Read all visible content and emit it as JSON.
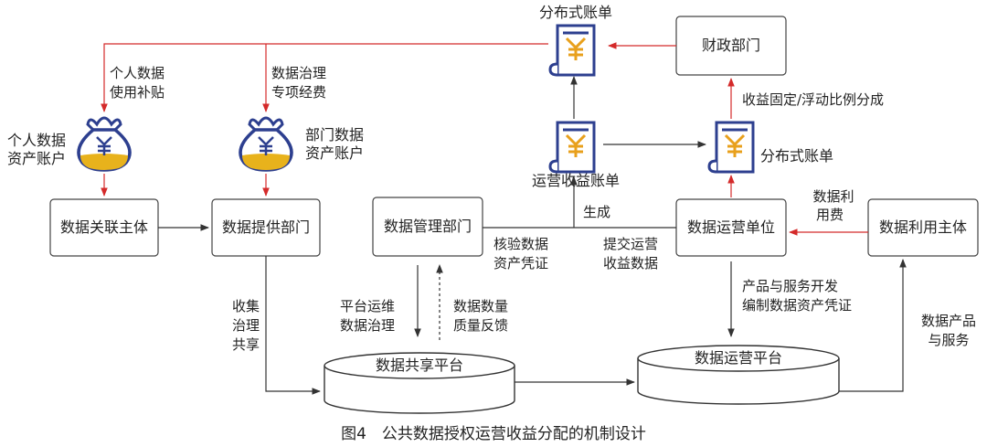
{
  "nodes": {
    "data_association": "数据关联主体",
    "data_provider": "数据提供部门",
    "data_management": "数据管理部门",
    "data_operation": "数据运营单位",
    "data_user": "数据利用主体",
    "finance": "财政部门",
    "shared_platform": "数据共享平台",
    "operation_platform": "数据运营平台"
  },
  "bills": {
    "top": "分布式账单",
    "operation_revenue": "运营收益账单",
    "right": "分布式账单"
  },
  "accounts": {
    "personal_line1": "个人数据",
    "personal_line2": "资产账户",
    "department_line1": "部门数据",
    "department_line2": "资产账户"
  },
  "edge_labels": {
    "personal_subsidy_1": "个人数据",
    "personal_subsidy_2": "使用补贴",
    "governance_fund_1": "数据治理",
    "governance_fund_2": "专项经费",
    "revenue_split": "收益固定/浮动比例分成",
    "generate": "生成",
    "usage_fee_1": "数据利",
    "usage_fee_2": "用费",
    "verify_1": "核验数据",
    "verify_2": "资产凭证",
    "submit_1": "提交运营",
    "submit_2": "收益数据",
    "collect_1": "收集",
    "collect_2": "治理",
    "collect_3": "共享",
    "platform_ops_1": "平台运维",
    "platform_ops_2": "数据治理",
    "quality_1": "数据数量",
    "quality_2": "质量反馈",
    "product_dev_1": "产品与服务开发",
    "product_dev_2": "编制数据资产凭证",
    "products_1": "数据产品",
    "products_2": "与服务"
  },
  "caption": "图4　公共数据授权运营收益分配的机制设计",
  "colors": {
    "red_arrow": "#d42a2a",
    "bill_blue": "#2d3f8f",
    "bag_outline": "#2d3f8f",
    "bag_fill": "#e8b21c",
    "line": "#333333"
  }
}
